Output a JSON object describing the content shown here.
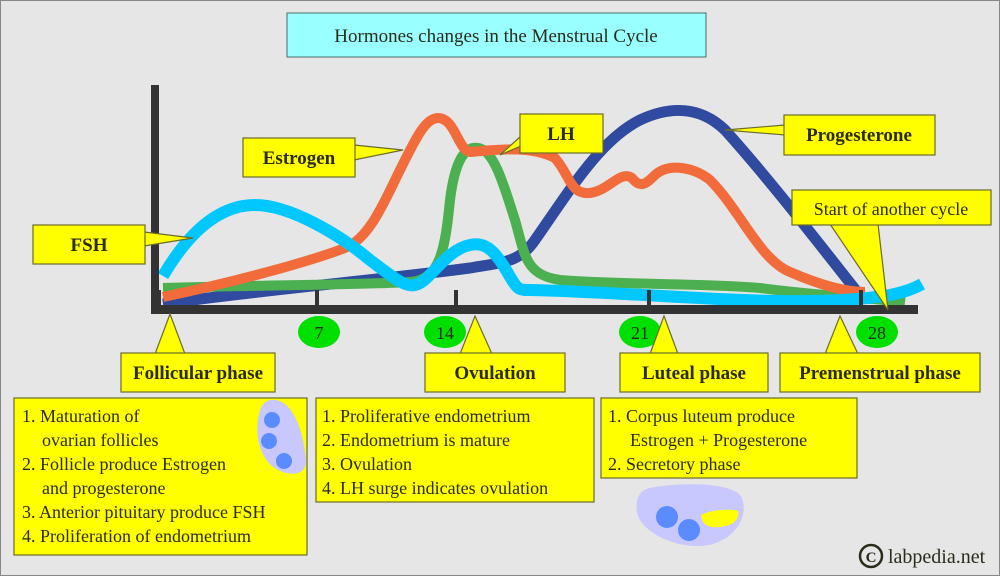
{
  "title": "Hormones changes in the Menstrual Cycle",
  "colors": {
    "fsh": "#00c8ff",
    "estrogen": "#f26b3a",
    "lh": "#4cb050",
    "progesterone": "#2f4a9e",
    "label_box": "#ffff00",
    "day_marker": "#00e000",
    "title_box": "#99ffff"
  },
  "hormone_labels": {
    "fsh": "FSH",
    "estrogen": "Estrogen",
    "lh": "LH",
    "progesterone": "Progesterone"
  },
  "annotation": "Start of another cycle",
  "days": [
    "7",
    "14",
    "21",
    "28"
  ],
  "phases": {
    "follicular": {
      "label": "Follicular phase",
      "lines": [
        "1. Maturation of",
        "ovarian follicles",
        "2. Follicle produce Estrogen",
        "and progesterone",
        "3. Anterior pituitary produce FSH",
        "4. Proliferation of endometrium"
      ]
    },
    "ovulation": {
      "label": "Ovulation",
      "lines": [
        "1. Proliferative endometrium",
        "2. Endometrium is mature",
        "3. Ovulation",
        "4. LH surge indicates ovulation"
      ]
    },
    "luteal": {
      "label": "Luteal phase",
      "lines": [
        "1. Corpus luteum produce",
        "Estrogen + Progesterone",
        "2. Secretory phase"
      ]
    },
    "premenstrual": {
      "label": "Premenstrual  phase"
    }
  },
  "copyright": "labpedia.net"
}
